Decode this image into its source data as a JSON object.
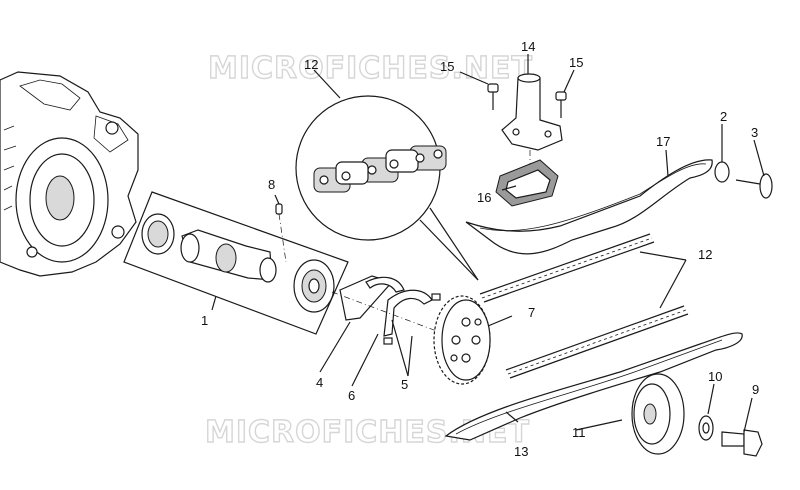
{
  "watermarks": [
    "MICROFICHES.NET",
    "MICROFICHES.NET"
  ],
  "callouts": {
    "c1": "1",
    "c2": "2",
    "c3": "3",
    "c4": "4",
    "c5": "5",
    "c6": "6",
    "c7": "7",
    "c8": "8",
    "c9": "9",
    "c10": "10",
    "c11": "11",
    "c12a": "12",
    "c12b": "12",
    "c13": "13",
    "c14": "14",
    "c15a": "15",
    "c15b": "15",
    "c16": "16",
    "c17": "17"
  }
}
